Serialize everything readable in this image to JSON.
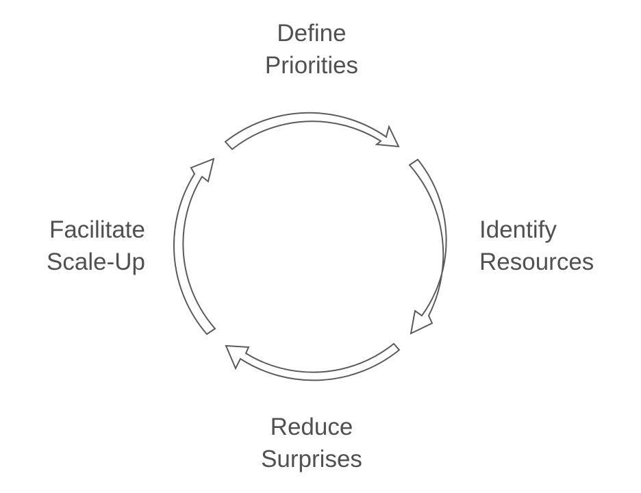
{
  "diagram": {
    "stages": [
      {
        "id": "top",
        "lines": [
          "Define",
          "Priorities"
        ]
      },
      {
        "id": "right",
        "lines": [
          "Identify",
          "Resources"
        ]
      },
      {
        "id": "bottom",
        "lines": [
          "Reduce",
          "Surprises"
        ]
      },
      {
        "id": "left",
        "lines": [
          "Facilitate",
          "Scale-Up"
        ]
      }
    ],
    "colors": {
      "text": "#505050",
      "arrow_stroke": "#5a5a5a",
      "arrow_fill": "#ffffff",
      "background": "#ffffff"
    },
    "direction": "clockwise"
  }
}
